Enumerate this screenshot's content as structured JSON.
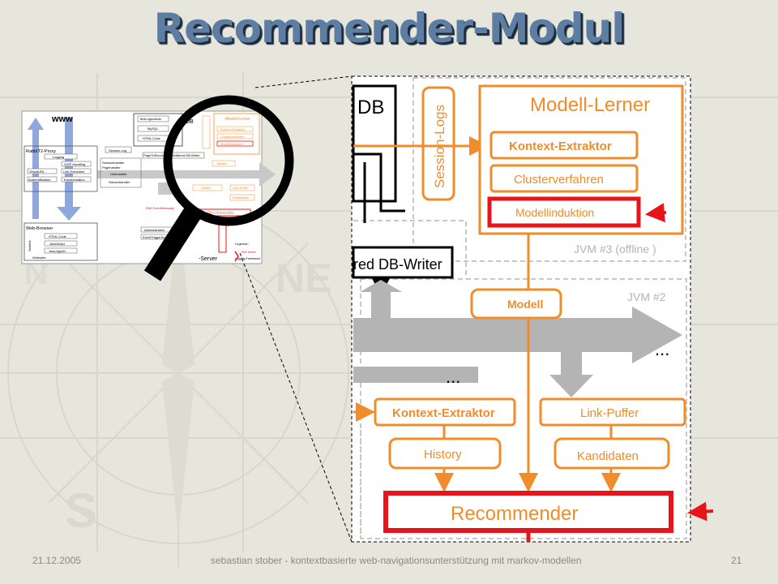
{
  "slide": {
    "title": "Recommender-Modul",
    "footer": {
      "date": "21.12.2005",
      "text": "sebastian stober - kontextbasierte web-navigationsunterstützung mit markov-modellen",
      "page": "21"
    }
  },
  "thumbnail": {
    "labels": {
      "www": "www",
      "proxy": "RabbIT2-Proxy",
      "logging": "Logging",
      "gzip": "GZIP Handling",
      "virtualurl": "VirtualURL",
      "link_extraction": "Link Extraction",
      "authentification": "Authentification",
      "transformation": "Transformation",
      "browser": "Web-Browser",
      "html_code": "HTML-Code",
      "javascript": "JavaScript",
      "java_applet": "Java Applet",
      "sidebar": "Sidebar",
      "webseite": "Webseite",
      "db": "DB",
      "session_log": "Session-Log",
      "sessionhandler": "Sessionhandler",
      "pagehandler": "Pagehandler",
      "linkhandler": "Linkhandler",
      "streamhandler": "Streamhandler",
      "modell_lerner": "Modell-Lerner",
      "kontext_extraktor": "Kontext-Extraktor",
      "clusterverfahren": "Clusterverfahren",
      "modellinduktion": "Modellinduktion",
      "textlogindexer": "TextLogIndexer",
      "mysql": "MySQL",
      "html_code_2": "HTML-Code",
      "pagetorecord": "PageToRecord",
      "buffered_db_writer": "Buffered DB-Writer",
      "modell": "Modell",
      "history": "History",
      "link_puffer": "Link-Puffer",
      "kandidaten": "Kandidaten",
      "recommender": "Recommender",
      "rmi_eventmessage": "RMI EventMessage",
      "administration": "Administration",
      "eventtriggerservice": "EventTriggerService",
      "rmi_server": "RMI-Server",
      "legende": "Legende:",
      "logging_framework": "Logging-Framework",
      "server": "-Server"
    }
  },
  "zoom": {
    "labels": {
      "db": "DB",
      "session_logs": "Session-Logs",
      "modell_lerner": "Modell-Lerner",
      "kontext_extraktor_top": "Kontext-Extraktor",
      "clusterverfahren": "Clusterverfahren",
      "modellinduktion": "Modellinduktion",
      "jvm3": "JVM #3 (offline )",
      "buffered_db_writer": "red DB-Writer",
      "modell": "Modell",
      "jvm2": "JVM #2",
      "ellipsis_right": "...",
      "ellipsis_mid": "...",
      "kontext_extraktor_bottom": "Kontext-Extraktor",
      "link_puffer": "Link-Puffer",
      "history": "History",
      "kandidaten": "Kandidaten",
      "recommender": "Recommender"
    }
  },
  "colors": {
    "title": "#5d7da2",
    "orange": "#f08c2a",
    "highlight_red": "#e8141c",
    "arrow_gray": "#b4b4b4",
    "arrow_blue": "#8ea8dc",
    "background": "#e6e6dc"
  }
}
